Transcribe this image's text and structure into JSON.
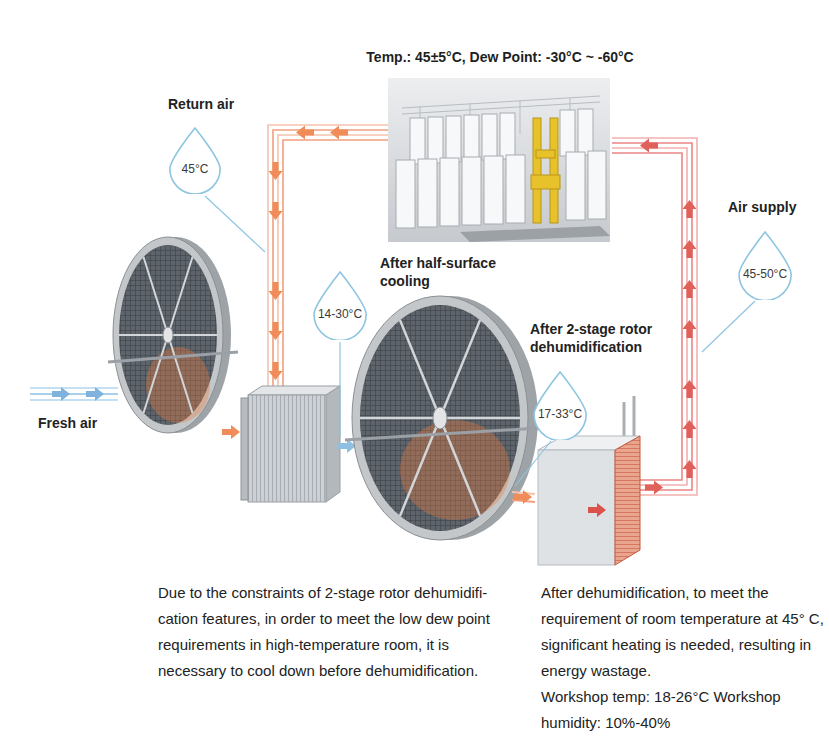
{
  "diagram": {
    "nodes": [
      {
        "text": [
          "Temp.: 45±5°C, Dew Point: -30°C ~ -60°C"
        ]
      },
      {
        "text": [
          "45°C"
        ]
      },
      {
        "text": [
          "45-50°C"
        ]
      },
      {
        "text": [
          "14-30°C"
        ]
      },
      {
        "text": [
          "17-33°C"
        ]
      }
    ],
    "labels": [
      "Return air",
      "Air supply",
      "After half-surface cooling",
      "After 2-stage rotor dehumidification",
      "Fresh air",
      "Due to the constraints of 2-stage rotor dehumidifi- cation features, in order to meet the low dew point requirements in high-temperature room, it is necessary to cool down before dehumidification.",
      "After dehumidification, to meet the requirement of room temperature at 45° C, significant heating is needed, resulting in energy wastage.",
      "Workshop temp: 18-26°C Workshop humidity: 10%-40%"
    ]
  }
}
